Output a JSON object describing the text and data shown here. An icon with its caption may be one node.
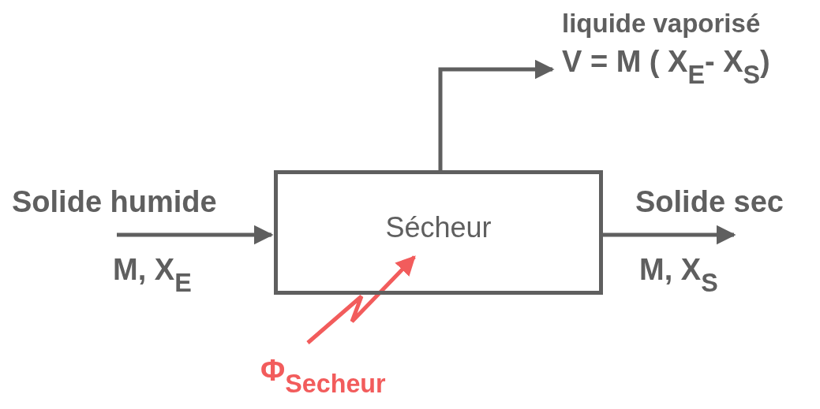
{
  "diagram": {
    "nodes": [
      {
        "text": [
          "Sécheur"
        ]
      },
      {
        "text": [
          "liquide vaporisé",
          "V = M ( X$_{E}$- X$_{S}$)"
        ]
      }
    ],
    "edges": [
      {
        "from": null,
        "to": 0,
        "arrow": "to"
      },
      {
        "from": 0,
        "to": 1,
        "arrow": "to"
      },
      {
        "from": 0,
        "to": null,
        "arrow": "to"
      },
      {
        "from": null,
        "to": 0,
        "arrow": "to",
        "color": "#f25c5c"
      }
    ],
    "labels": [
      "Solide humide",
      "M, X$_{E}$",
      "Solide sec",
      "M, X$_{S}$",
      "Φ$_{Secheur}$"
    ]
  }
}
